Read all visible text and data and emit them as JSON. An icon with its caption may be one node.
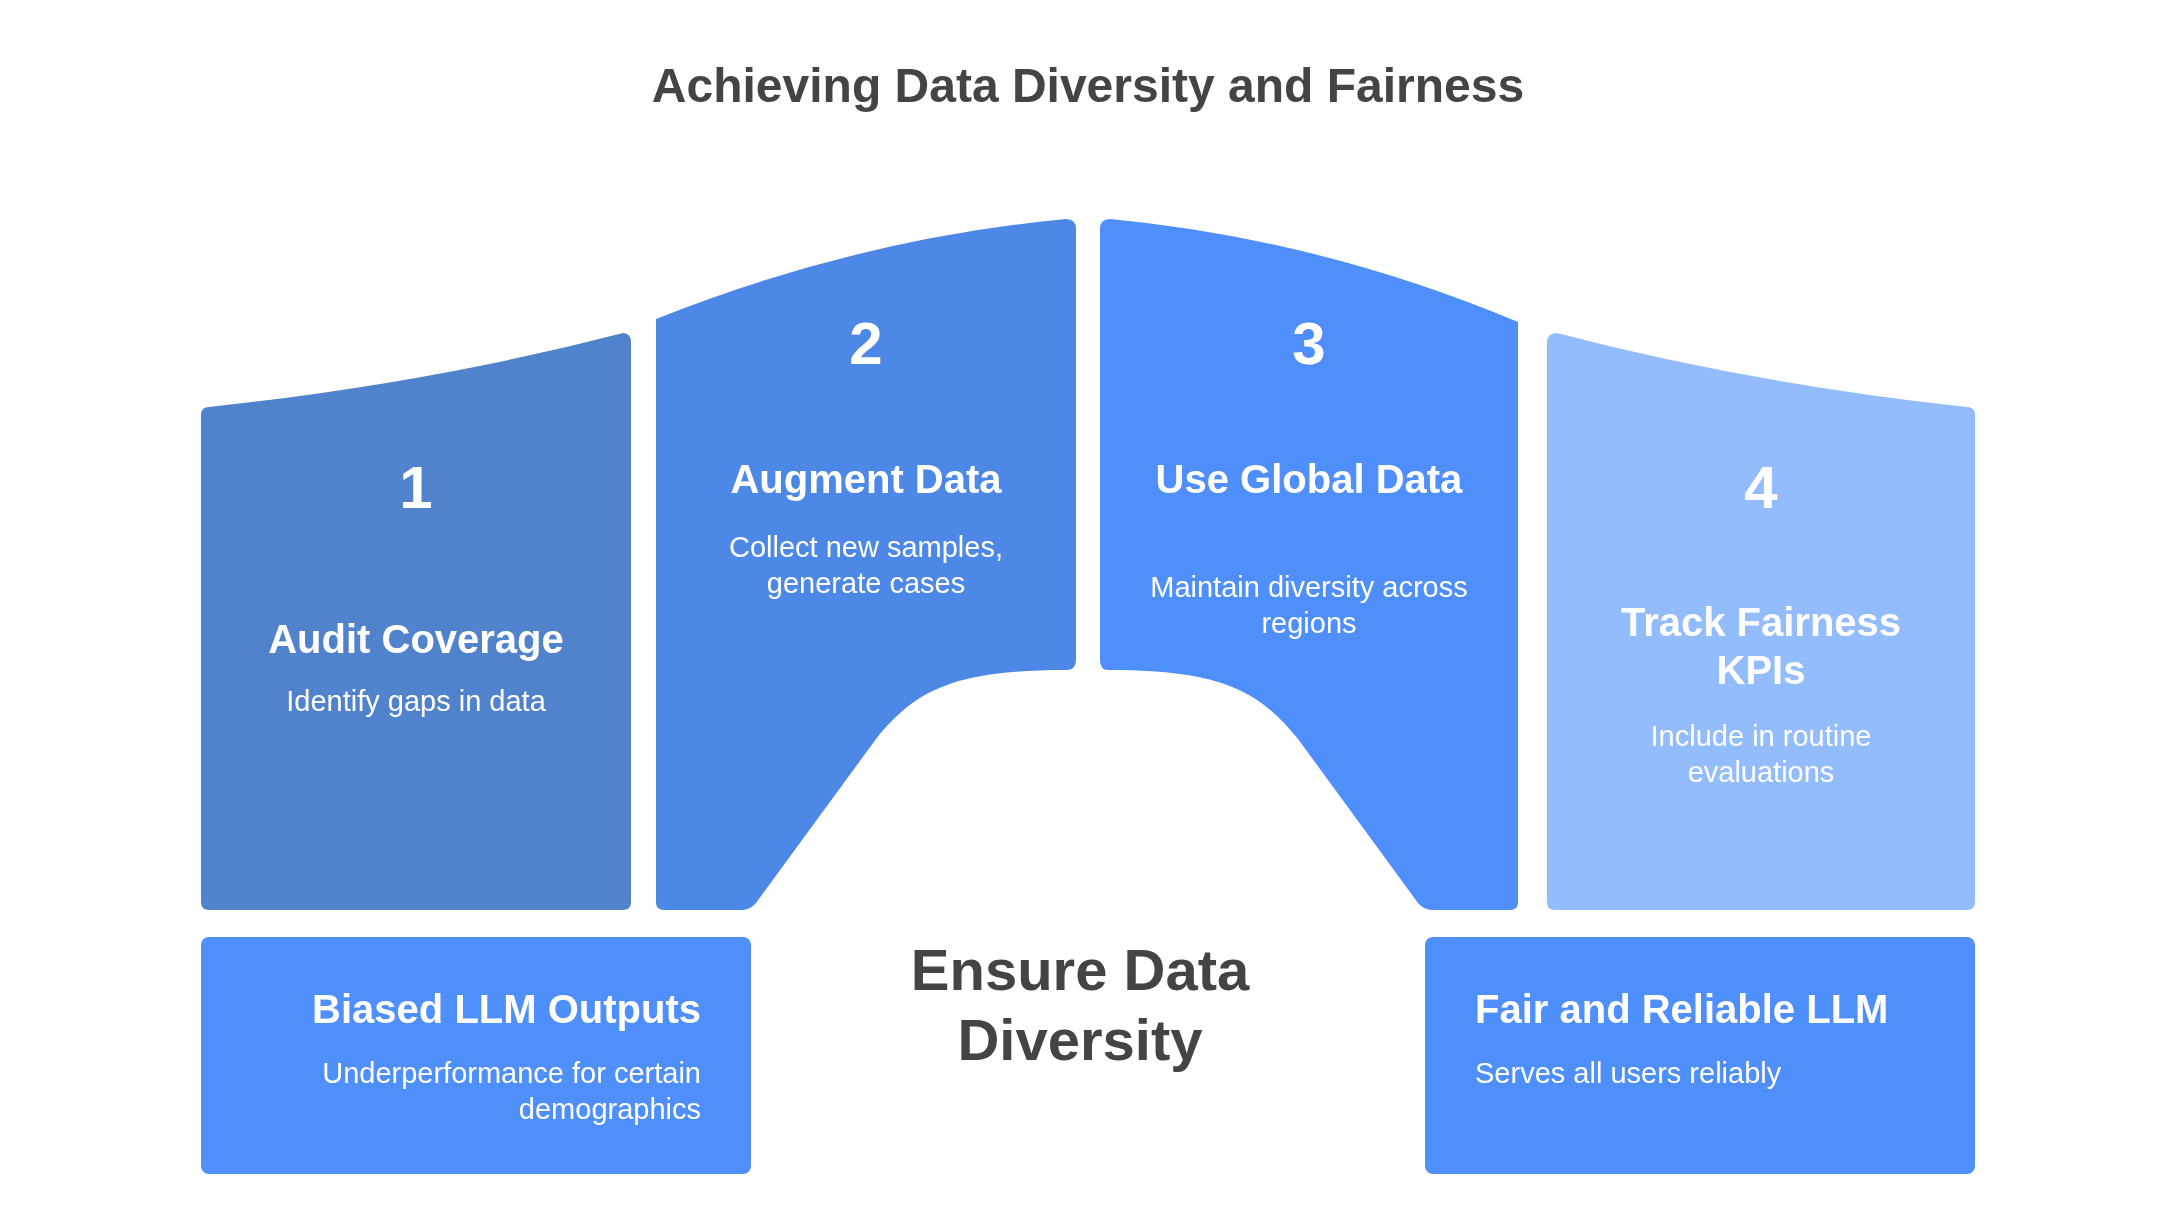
{
  "diagram": {
    "title": "Achieving Data Diversity and Fairness",
    "nodes": [
      {
        "text": [
          "1",
          "Audit Coverage",
          "Identify gaps in data"
        ]
      },
      {
        "text": [
          "2",
          "Augment Data",
          "Collect new samples, generate cases"
        ]
      },
      {
        "text": [
          "3",
          "Use Global Data",
          "Maintain diversity across regions"
        ]
      },
      {
        "text": [
          "4",
          "Track Fairness KPIs",
          "Include in routine evaluations"
        ]
      },
      {
        "text": [
          "Biased LLM Outputs",
          "Underperformance for certain demographics"
        ]
      },
      {
        "text": [
          "Fair and Reliable LLM",
          "Serves all users reliably"
        ]
      }
    ],
    "labels": [
      "Ensure Data Diversity"
    ]
  }
}
